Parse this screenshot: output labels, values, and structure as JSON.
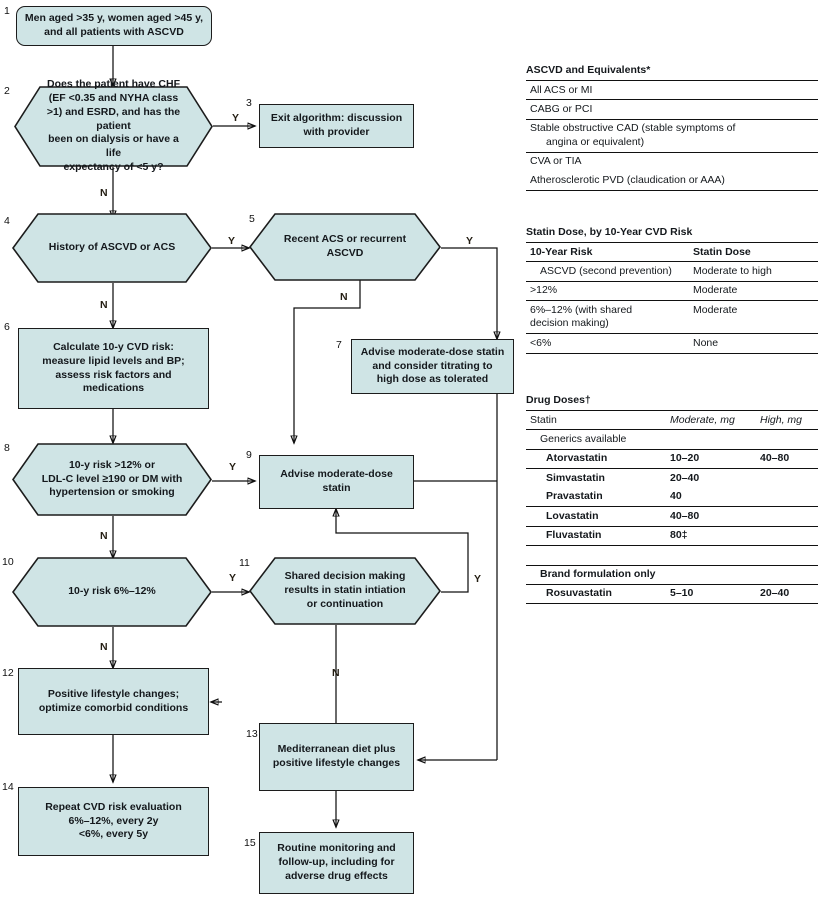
{
  "colors": {
    "node_fill": "#cfe4e5",
    "stroke": "#111111",
    "text": "#14181c"
  },
  "flow": {
    "nodes": [
      {
        "num": "1",
        "shape": "rounded-rect",
        "text": "Men aged >35 y, women aged >45 y, and all patients with ASCVD"
      },
      {
        "num": "2",
        "shape": "hexagon",
        "text": "Does the patient have CHF (EF <0.35 and NYHA class >1) and ESRD, and has the patient been on dialysis or have a life expectancy of <5 y?"
      },
      {
        "num": "3",
        "shape": "rect",
        "text": "Exit algorithm: discussion with provider"
      },
      {
        "num": "4",
        "shape": "hexagon",
        "text": "History of ASCVD or ACS"
      },
      {
        "num": "5",
        "shape": "hexagon",
        "text": "Recent ACS or recurrent ASCVD"
      },
      {
        "num": "6",
        "shape": "rect",
        "text": "Calculate 10-y CVD risk: measure lipid levels and BP; assess risk factors and medications"
      },
      {
        "num": "7",
        "shape": "rect",
        "text": "Advise moderate-dose statin and consider titrating to high dose as tolerated"
      },
      {
        "num": "8",
        "shape": "hexagon",
        "text": "10-y risk >12% or LDL-C level ≥190 or DM with hypertension or smoking"
      },
      {
        "num": "9",
        "shape": "rect",
        "text": "Advise moderate-dose statin"
      },
      {
        "num": "10",
        "shape": "hexagon",
        "text": "10-y risk 6%–12%"
      },
      {
        "num": "11",
        "shape": "hexagon",
        "text": "Shared decision making results in statin intiation or continuation"
      },
      {
        "num": "12",
        "shape": "rect",
        "text": "Positive lifestyle changes; optimize comorbid conditions"
      },
      {
        "num": "13",
        "shape": "rect",
        "text": "Mediterranean diet plus positive lifestyle changes"
      },
      {
        "num": "14",
        "shape": "rect",
        "text": "Repeat CVD risk evaluation 6%–12%, every 2y <6%, every 5y"
      },
      {
        "num": "15",
        "shape": "rect",
        "text": "Routine monitoring and follow-up, including for adverse drug effects"
      }
    ],
    "node_lines": {
      "n1": [
        "Men aged >35 y, women aged >45 y,",
        "and all patients with ASCVD"
      ],
      "n2": [
        "Does the patient have CHF",
        "(EF <0.35 and NYHA class",
        ">1) and ESRD, and has the patient",
        "been on dialysis or have a life",
        "expectancy of <5 y?"
      ],
      "n3": [
        "Exit algorithm: discussion",
        "with provider"
      ],
      "n4": [
        "History of ASCVD or ACS"
      ],
      "n5": [
        "Recent ACS or recurrent",
        "ASCVD"
      ],
      "n6": [
        "Calculate 10-y CVD risk:",
        "measure lipid levels and BP;",
        "assess risk factors and",
        "medications"
      ],
      "n7": [
        "Advise moderate-dose statin",
        "and consider titrating to",
        "high dose as tolerated"
      ],
      "n8": [
        "10-y risk >12% or",
        "LDL-C level ≥190 or DM with",
        "hypertension or smoking"
      ],
      "n9": [
        "Advise moderate-dose statin"
      ],
      "n10": [
        "10-y risk 6%–12%"
      ],
      "n11": [
        "Shared decision making",
        "results in statin intiation",
        "or continuation"
      ],
      "n12": [
        "Positive lifestyle changes;",
        "optimize comorbid conditions"
      ],
      "n13": [
        "Mediterranean diet plus",
        "positive lifestyle changes"
      ],
      "n14": [
        "Repeat CVD risk evaluation",
        "6%–12%, every 2y",
        "<6%, every 5y"
      ],
      "n15": [
        "Routine monitoring and",
        "follow-up, including for",
        "adverse drug effects"
      ]
    },
    "branch_labels": {
      "n2_yes": "Y",
      "n2_no": "N",
      "n4_yes": "Y",
      "n4_no": "N",
      "n5_yes": "Y",
      "n5_no": "N",
      "n8_yes": "Y",
      "n8_no": "N",
      "n10_yes": "Y",
      "n10_no": "N",
      "n11_yes": "Y",
      "n11_no": "N"
    }
  },
  "tables": {
    "ascvd": {
      "title": "ASCVD and Equivalents*",
      "rows": [
        {
          "line1": "All ACS or MI",
          "line2": ""
        },
        {
          "line1": "CABG or PCI",
          "line2": ""
        },
        {
          "line1": "Stable obstructive CAD (stable symptoms of",
          "line2": "angina or equivalent)"
        },
        {
          "line1": "CVA or TIA",
          "line2": ""
        },
        {
          "line1": "Atherosclerotic PVD (claudication or AAA)",
          "line2": ""
        }
      ]
    },
    "statin_dose": {
      "title": "Statin Dose, by 10-Year CVD Risk",
      "headers": [
        "10-Year Risk",
        "Statin Dose"
      ],
      "rows": [
        {
          "risk_line1": "ASCVD (second prevention)",
          "risk_line2": "",
          "dose": "Moderate to high",
          "indent": true
        },
        {
          "risk_line1": ">12%",
          "risk_line2": "",
          "dose": "Moderate",
          "indent": false
        },
        {
          "risk_line1": "6%–12% (with shared",
          "risk_line2": "decision making)",
          "dose": "Moderate",
          "indent": false
        },
        {
          "risk_line1": "<6%",
          "risk_line2": "",
          "dose": "None",
          "indent": false
        }
      ]
    },
    "drug_doses": {
      "title": "Drug Doses†",
      "headers": [
        "Statin",
        "Moderate, mg",
        "High, mg"
      ],
      "headers_italic_unit": "mg",
      "rows": [
        {
          "name": "Generics available",
          "moderate": "",
          "high": "",
          "indent": 1,
          "bold": false,
          "rule": true
        },
        {
          "name": "Atorvastatin",
          "moderate": "10–20",
          "high": "40–80",
          "indent": 2,
          "bold": true,
          "rule": true
        },
        {
          "name": "Simvastatin",
          "moderate": "20–40",
          "high": "",
          "indent": 2,
          "bold": true,
          "rule": true
        },
        {
          "name": "Pravastatin",
          "moderate": "40",
          "high": "",
          "indent": 2,
          "bold": true,
          "rule": false
        },
        {
          "name": "Lovastatin",
          "moderate": "40–80",
          "high": "",
          "indent": 2,
          "bold": true,
          "rule": true
        },
        {
          "name": "Fluvastatin",
          "moderate": "80‡",
          "high": "",
          "indent": 2,
          "bold": true,
          "rule": true
        },
        {
          "name": "",
          "moderate": "",
          "high": "",
          "indent": 1,
          "bold": false,
          "rule": true
        },
        {
          "name": "Brand formulation only",
          "moderate": "",
          "high": "",
          "indent": 1,
          "bold": true,
          "rule": true
        },
        {
          "name": "Rosuvastatin",
          "moderate": "5–10",
          "high": "20–40",
          "indent": 2,
          "bold": true,
          "rule": true
        }
      ]
    }
  }
}
